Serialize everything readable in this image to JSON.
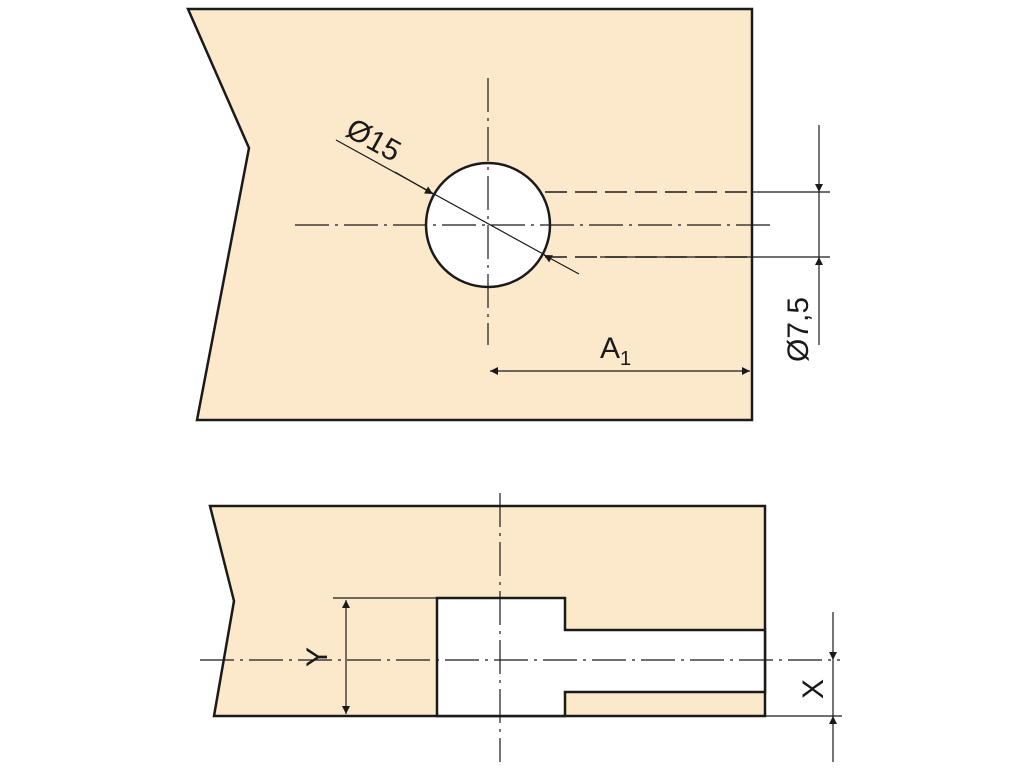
{
  "colors": {
    "material": "#FCE9CB",
    "line": "#1a1a1a",
    "hole": "#ffffff"
  },
  "top_view": {
    "hole_diameter_label": "Ø15",
    "bore_diameter_label": "Ø7,5",
    "distance_label": "A",
    "distance_label_subscript": "1"
  },
  "side_view": {
    "height_label": "Y",
    "offset_label": "X"
  }
}
